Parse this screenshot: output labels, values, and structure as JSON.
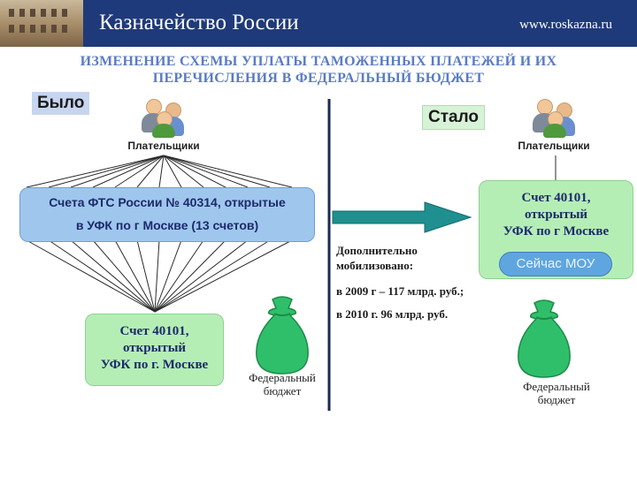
{
  "header": {
    "title": "Казначейство России",
    "url": "www.roskazna.ru"
  },
  "slide": {
    "title_line1": "ИЗМЕНЕНИЕ СХЕМЫ УПЛАТЫ ТАМОЖЕННЫХ ПЛАТЕЖЕЙ И ИХ",
    "title_line2": "ПЕРЕЧИСЛЕНИЯ В ФЕДЕРАЛЬНЫЙ БЮДЖЕТ"
  },
  "before": {
    "tag": "Было",
    "payers": "Плательщики",
    "fts_line1": "Счета ФТС России № 40314, открытые",
    "fts_line2": "в УФК по г Москве (13 счетов)",
    "treasury_line1": "Счет 40101,",
    "treasury_line2": "открытый",
    "treasury_line3": "УФК по г. Москве",
    "budget_line1": "Федеральный",
    "budget_line2": "бюджет"
  },
  "after": {
    "tag": "Стало",
    "payers": "Плательщики",
    "treasury_line1": "Счет 40101,",
    "treasury_line2": "открытый",
    "treasury_line3": "УФК по г Москве",
    "badge": "Сейчас МОУ",
    "budget_line1": "Федеральный",
    "budget_line2": "бюджет"
  },
  "middle": {
    "line1": "Дополнительно",
    "line2": "мобилизовано:",
    "line3": "в 2009 г – 117  млрд. руб.;",
    "line4": "в 2010 г.    96 млрд. руб."
  },
  "colors": {
    "header_bg": "#1f3a7a",
    "title_blue": "#5a7bc4",
    "box_blue": "#9fc7ee",
    "box_green": "#b5eeb5",
    "arrow_teal": "#1f8f8f",
    "bag_green": "#2fbf6a"
  }
}
